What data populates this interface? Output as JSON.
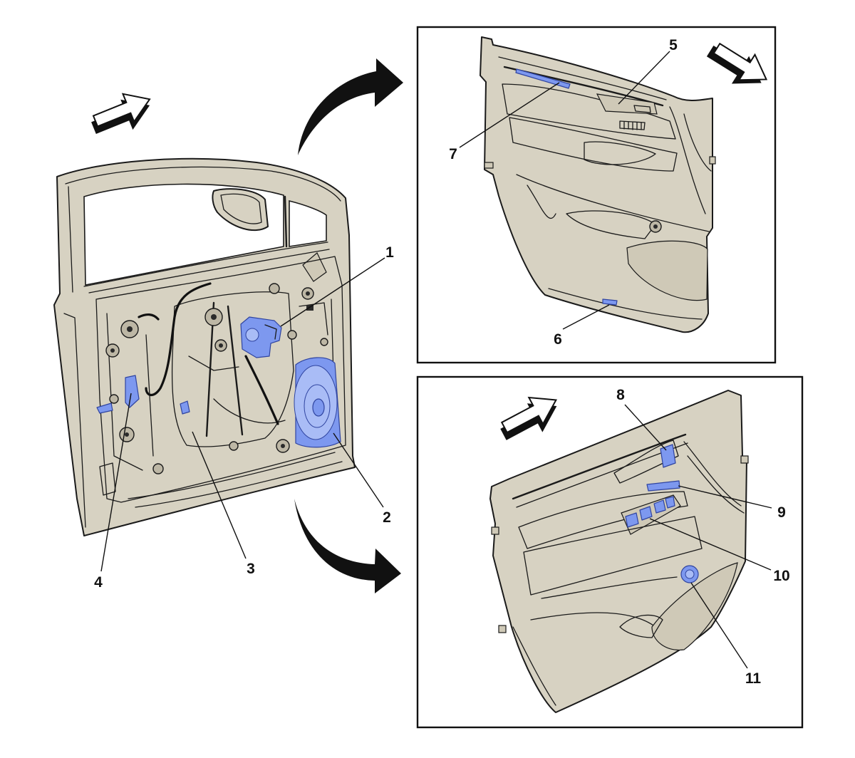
{
  "colors": {
    "panel_fill": "#d7d2c2",
    "highlight": "#7d98ef",
    "outline": "#1a1a1a"
  },
  "left_view": {
    "callouts": [
      "1",
      "2",
      "3",
      "4"
    ]
  },
  "upper_detail": {
    "callouts": [
      "5",
      "6",
      "7"
    ]
  },
  "lower_detail": {
    "callouts": [
      "8",
      "9",
      "10",
      "11"
    ]
  },
  "icons": {
    "view_direction_arrows": "outlined-3d-arrow-icon",
    "transition_arrows": "curved-arrow-icon"
  }
}
